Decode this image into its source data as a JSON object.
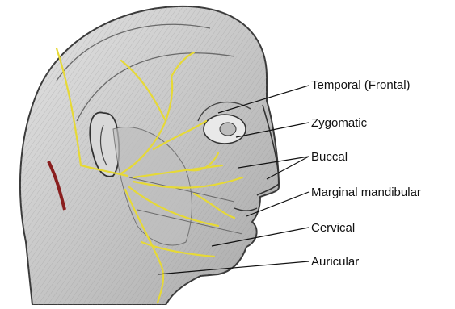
{
  "labels": {
    "temporal": "Temporal (Frontal)",
    "zygomatic": "Zygomatic",
    "buccal": "Buccal",
    "marginal_mandibular": "Marginal mandibular",
    "cervical": "Cervical",
    "auricular": "Auricular"
  },
  "colors": {
    "nerve": "#e6d936",
    "outline": "#3a3a3a",
    "skin_shade": "#cfcfcf",
    "background": "#ffffff",
    "vessel": "#8a1f1f"
  }
}
